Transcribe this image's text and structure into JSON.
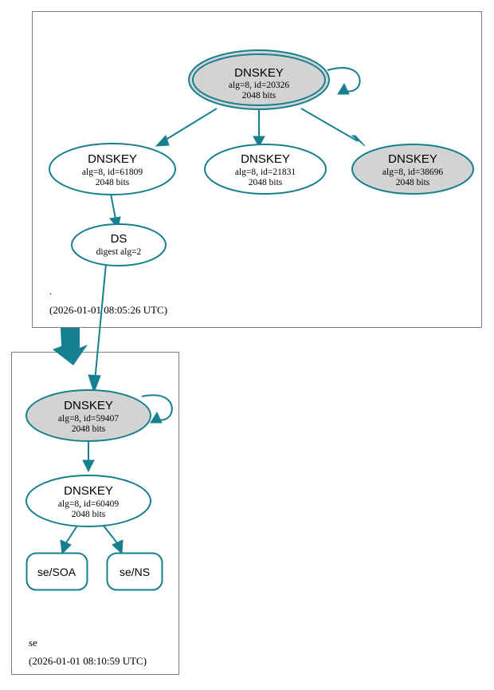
{
  "diagram": {
    "kind": "dnssec-authentication-chain",
    "accent_color": "#17808f",
    "secure_fill_color": "#d3d3d3",
    "insecure_fill_color": "#ffffff",
    "zone_border_color": "#808080"
  },
  "zones": [
    {
      "id": "root",
      "name": ".",
      "timestamp": "(2026-01-01 08:05:26 UTC)"
    },
    {
      "id": "se",
      "name": "se",
      "timestamp": "(2026-01-01 08:10:59 UTC)"
    }
  ],
  "nodes": {
    "root_ksk": {
      "title": "DNSKEY",
      "line2": "alg=8, id=20326",
      "line3": "2048 bits"
    },
    "root_zsk_61809": {
      "title": "DNSKEY",
      "line2": "alg=8, id=61809",
      "line3": "2048 bits"
    },
    "root_zsk_21831": {
      "title": "DNSKEY",
      "line2": "alg=8, id=21831",
      "line3": "2048 bits"
    },
    "root_key_38696": {
      "title": "DNSKEY",
      "line2": "alg=8, id=38696",
      "line3": "2048 bits"
    },
    "root_ds": {
      "title": "DS",
      "line2": "digest alg=2"
    },
    "se_ksk_59407": {
      "title": "DNSKEY",
      "line2": "alg=8, id=59407",
      "line3": "2048 bits"
    },
    "se_zsk_60409": {
      "title": "DNSKEY",
      "line2": "alg=8, id=60409",
      "line3": "2048 bits"
    },
    "se_soa": {
      "label": "se/SOA"
    },
    "se_ns": {
      "label": "se/NS"
    }
  }
}
